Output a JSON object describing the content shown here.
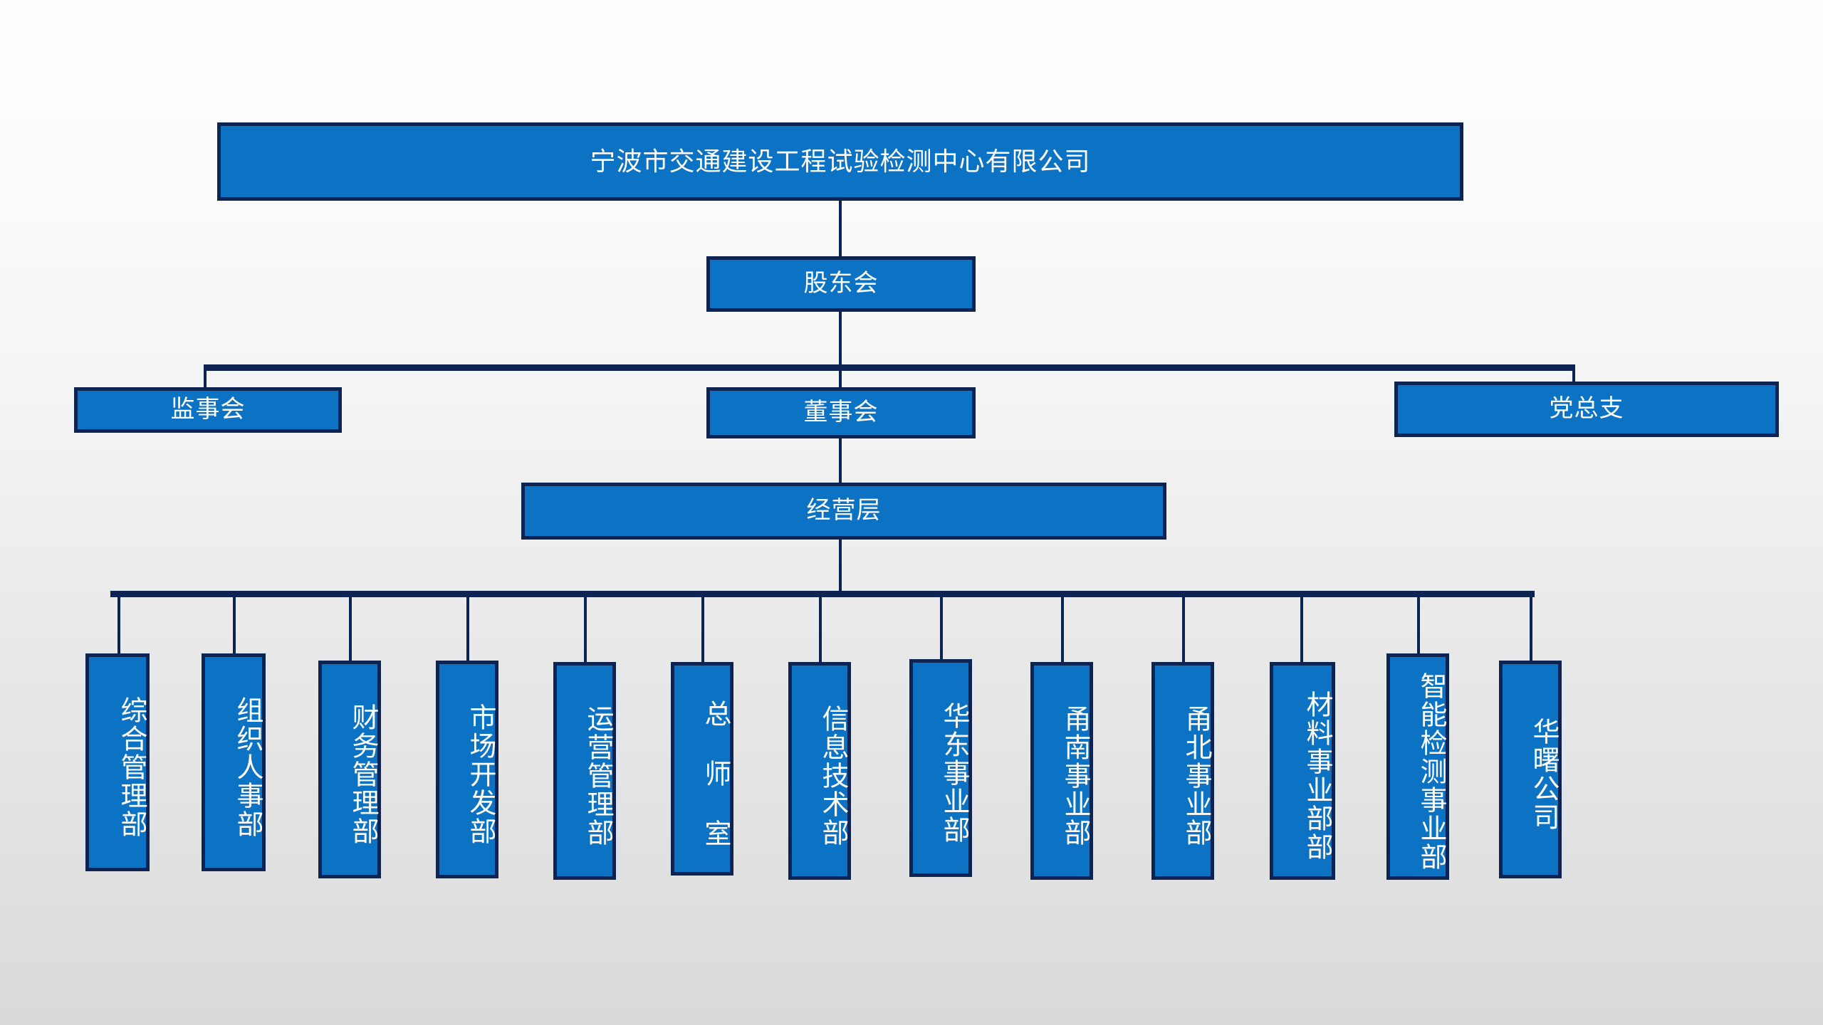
{
  "chart_data": {
    "type": "diagram",
    "title": "宁波市交通建设工程试验检测中心有限公司",
    "diagram_kind": "organization-chart",
    "colors": {
      "node_fill": "#0c72c3",
      "node_border": "#0d2351",
      "node_text": "#ffffff",
      "connector": "#0d2351",
      "background_top": "#fefefe",
      "background_bottom": "#dadada"
    }
  },
  "nodes": {
    "company": {
      "label": "宁波市交通建设工程试验检测中心有限公司"
    },
    "shareholders": {
      "label": "股东会"
    },
    "supervisors": {
      "label": "监事会"
    },
    "directors": {
      "label": "董事会"
    },
    "party": {
      "label": "党总支"
    },
    "management": {
      "label": "经营层"
    }
  },
  "departments": [
    {
      "label": "综合管理部"
    },
    {
      "label": "组织人事部"
    },
    {
      "label": "财务管理部"
    },
    {
      "label": "市场开发部"
    },
    {
      "label": "运营管理部"
    },
    {
      "label": "总 师 室"
    },
    {
      "label": "信息技术部"
    },
    {
      "label": "华东事业部"
    },
    {
      "label": "甬南事业部"
    },
    {
      "label": "甬北事业部"
    },
    {
      "label": "材料事业部部"
    },
    {
      "label": "智能检测事业部"
    },
    {
      "label": "华曙公司"
    }
  ]
}
